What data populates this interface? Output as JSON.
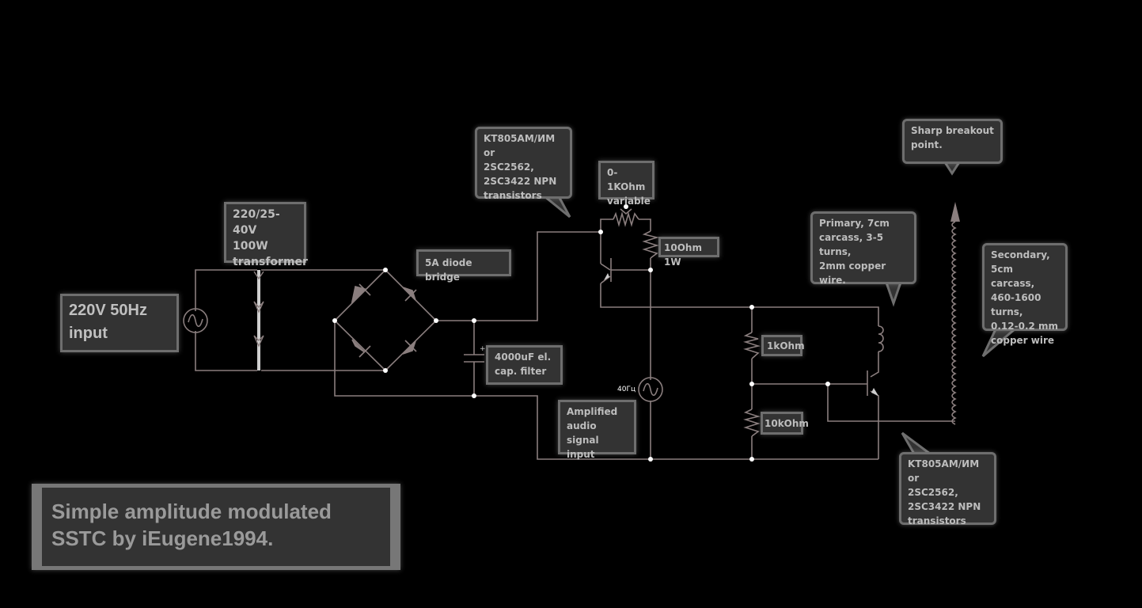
{
  "diagram": {
    "title": "Simple amplitude modulated\nSSTC by iEugene1994.",
    "background_color": "#000000",
    "wire_color": "#8a7e7e",
    "label_bg_color": "#333333",
    "label_text_color": "#bdbdbd",
    "labels": {
      "input": "220V 50Hz\ninput",
      "transformer": "220/25-40V\n100W\ntransformer",
      "diode_bridge": "5A diode bridge",
      "capacitor": "4000uF el.\ncap. filter",
      "transistor_top": "KT805AM/ИМ or\n2SC2562,\n2SC3422 NPN\ntransistors",
      "pot": "0-1KOhm\nvariable",
      "resistor_10": "10Ohm 1W",
      "audio_input": "Amplified\naudio signal\ninput",
      "signal_freq": "40Гц",
      "resistor_1k": "1kOhm",
      "resistor_10k": "10kOhm",
      "primary": "Primary, 7cm\ncarcass, 3-5 turns,\n2mm copper\nwire.",
      "breakout": "Sharp breakout\npoint.",
      "secondary": "Secondary,\n5cm carcass,\n460-1600 turns,\n0.12-0.2 mm\ncopper wire",
      "transistor_bottom": "KT805AM/ИМ or\n2SC2562,\n2SC3422 NPN\ntransistors"
    },
    "components": [
      {
        "id": "V1",
        "type": "ac-source",
        "label": "220V 50Hz input"
      },
      {
        "id": "T1",
        "type": "transformer",
        "label": "220/25-40V 100W transformer"
      },
      {
        "id": "BR1",
        "type": "diode-bridge",
        "label": "5A diode bridge"
      },
      {
        "id": "C1",
        "type": "electrolytic-capacitor",
        "label": "4000uF el. cap. filter"
      },
      {
        "id": "Q1",
        "type": "npn-transistor",
        "label": "KT805AM/ИМ or 2SC2562, 2SC3422 NPN transistors"
      },
      {
        "id": "RV1",
        "type": "potentiometer",
        "label": "0-1KOhm variable"
      },
      {
        "id": "R1",
        "type": "resistor",
        "label": "10Ohm 1W"
      },
      {
        "id": "V2",
        "type": "ac-source",
        "label": "40Гц"
      },
      {
        "id": "R2",
        "type": "resistor",
        "label": "1kOhm"
      },
      {
        "id": "R3",
        "type": "resistor",
        "label": "10kOhm"
      },
      {
        "id": "L1",
        "type": "inductor",
        "label": "Primary"
      },
      {
        "id": "Q2",
        "type": "npn-transistor",
        "label": "KT805AM/ИМ or 2SC2562, 2SC3422 NPN transistors"
      },
      {
        "id": "L2",
        "type": "inductor",
        "label": "Secondary"
      }
    ]
  }
}
